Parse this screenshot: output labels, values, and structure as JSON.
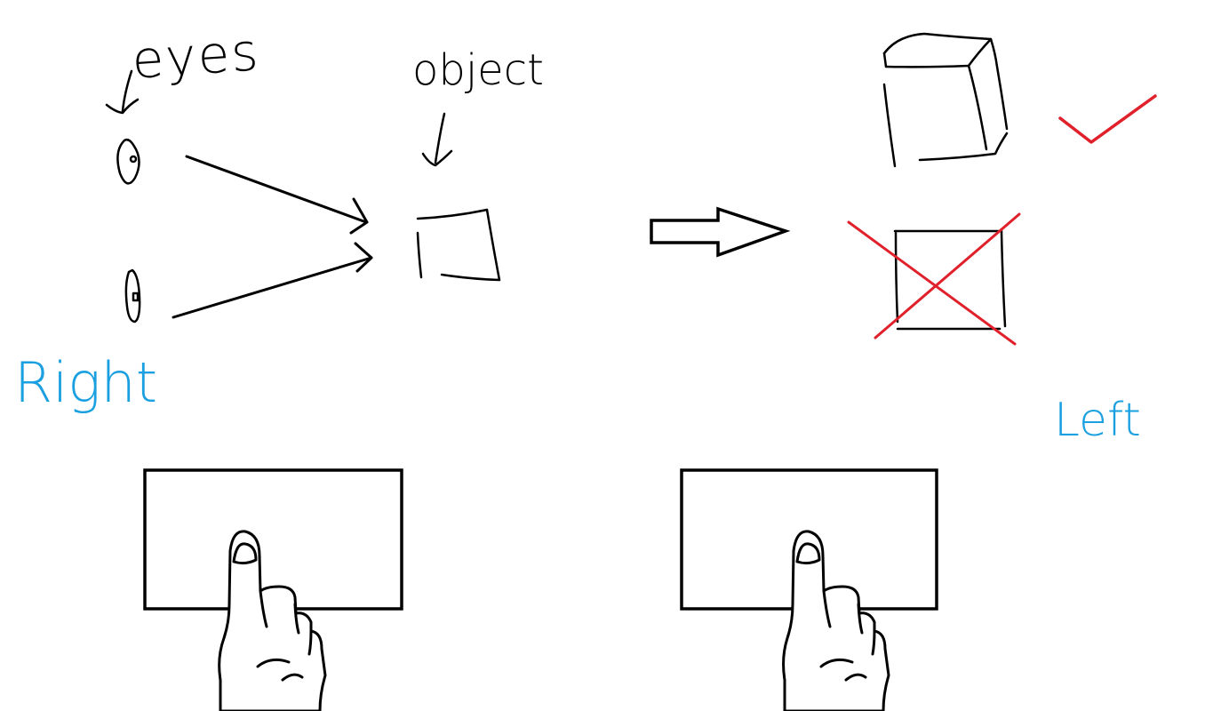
{
  "labels": {
    "eyes": "eyes",
    "object": "object",
    "right": "Right",
    "left": "Left"
  },
  "colors": {
    "ink": "#000000",
    "blue": "#1aa0e0",
    "red": "#e0202a",
    "background": "#ffffff"
  },
  "icons": {
    "check": "check-mark-icon",
    "cross": "cross-mark-icon",
    "arrow": "right-arrow-icon",
    "hand": "pointing-hand-icon",
    "eye": "eye-icon"
  }
}
